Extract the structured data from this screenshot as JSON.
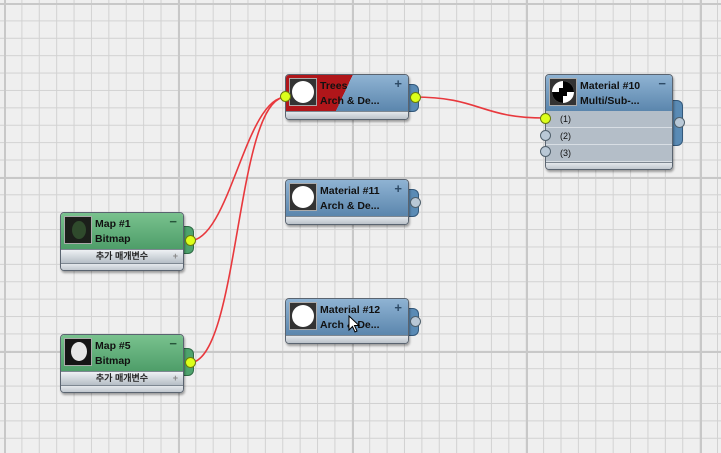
{
  "canvas": {
    "background": "#efefef",
    "grid_color": "#d2d2d2",
    "wire_color": "#e8383d"
  },
  "nodes": [
    {
      "id": "trees",
      "title": "Trees",
      "subtitle": "Arch & De...",
      "type": "material",
      "control": "+",
      "header": "red"
    },
    {
      "id": "mat11",
      "title": "Material #11",
      "subtitle": "Arch & De...",
      "type": "material",
      "control": "+",
      "header": "blue"
    },
    {
      "id": "mat12",
      "title": "Material #12",
      "subtitle": "Arch & De...",
      "type": "material",
      "control": "+",
      "header": "blue"
    },
    {
      "id": "mat10",
      "title": "Material #10",
      "subtitle": "Multi/Sub-...",
      "type": "multi-sub",
      "control": "−",
      "header": "blue",
      "slots": [
        "(1)",
        "(2)",
        "(3)"
      ]
    },
    {
      "id": "map1",
      "title": "Map #1",
      "subtitle": "Bitmap",
      "type": "map",
      "control": "−",
      "header": "green",
      "extra_label": "추가 매개변수",
      "extra_plus": "+"
    },
    {
      "id": "map5",
      "title": "Map #5",
      "subtitle": "Bitmap",
      "type": "map",
      "control": "−",
      "header": "green",
      "extra_label": "추가 매개변수",
      "extra_plus": "+"
    }
  ],
  "wires": [
    {
      "from": "map1",
      "to": "trees"
    },
    {
      "from": "map5",
      "to": "trees"
    },
    {
      "from": "trees",
      "to": "mat10.slot1"
    }
  ]
}
